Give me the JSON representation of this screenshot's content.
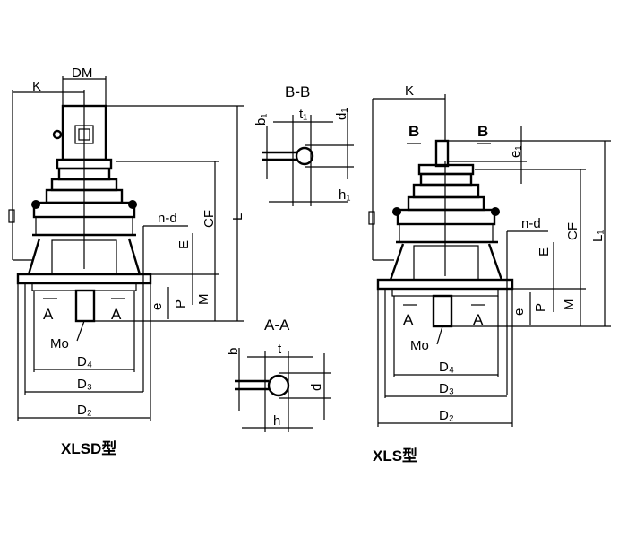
{
  "left_view": {
    "model": "XLSD型",
    "labels": {
      "K": "K",
      "DM": "DM",
      "L": "L",
      "CF": "CF",
      "nd": "n-d",
      "E": "E",
      "P": "P",
      "M": "M",
      "e": "e",
      "A1": "A",
      "A2": "A",
      "Mo": "Mo",
      "D4": "D₄",
      "D3": "D₃",
      "D2": "D₂"
    }
  },
  "right_view": {
    "model": "XLS型",
    "labels": {
      "K": "K",
      "B1": "B",
      "B2": "B",
      "e1": "e₁",
      "L1": "L₁",
      "CF": "CF",
      "nd": "n-d",
      "E": "E",
      "P": "P",
      "M": "M",
      "e": "e",
      "A1": "A",
      "A2": "A",
      "Mo": "Mo",
      "D4": "D₄",
      "D3": "D₃",
      "D2": "D₂"
    }
  },
  "section_bb": {
    "title": "B-B",
    "b1": "b₁",
    "t1": "t₁",
    "d1": "d₁",
    "h1": "h₁"
  },
  "section_aa": {
    "title": "A-A",
    "b": "b",
    "t": "t",
    "d": "d",
    "h": "h"
  }
}
